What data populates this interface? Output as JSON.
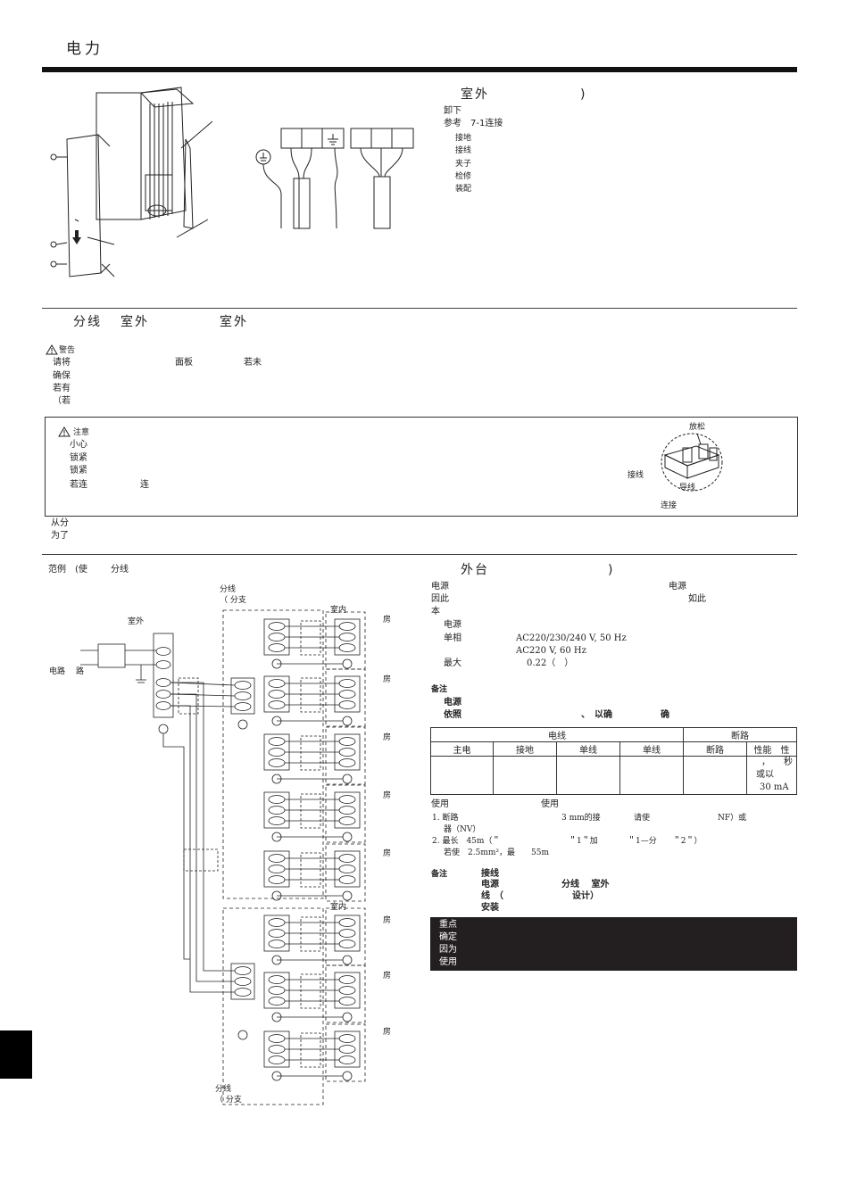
{
  "header": {
    "title": "电力"
  },
  "sec1": {
    "title": "室外",
    "title_paren": ")",
    "lines": [
      "卸下",
      "参考　7-1连接"
    ],
    "items": [
      "接地",
      "接线",
      "夹子",
      "检修",
      "装配"
    ]
  },
  "sec2": {
    "title_a": "分线",
    "title_b": "室外",
    "title_c": "室外"
  },
  "warning": {
    "label": "警告",
    "l1a": "请将",
    "l1b": "面板",
    "l1c": "若未",
    "l2": "确保",
    "l3": "若有",
    "l4": "（若"
  },
  "caution": {
    "label": "注意",
    "lines": [
      "小心",
      "锁紧",
      "锁紧"
    ],
    "l4a": "若连",
    "l4b": "连",
    "fig": {
      "loosen": "放松",
      "wire": "接线",
      "lead": "导线",
      "connect": "连接"
    }
  },
  "after": [
    "从分",
    "为了"
  ],
  "diagram": {
    "caption_a": "范例　(使",
    "caption_b": "分线",
    "branch_top_a": "分线",
    "branch_top_b": "（ 分支",
    "outdoor": "室外",
    "breaker_a": "电路",
    "breaker_b": "路",
    "indoor": "室内",
    "room": "房",
    "branch_bot_a": "分线",
    "branch_bot_b": "（ 分支"
  },
  "sec3": {
    "title": "外台",
    "title_paren": ")",
    "p1a": "电源",
    "p1b": "电源",
    "p2a": "因此",
    "p2b": "如此",
    "p3": "本",
    "spec": [
      {
        "label": "电源",
        "value": ""
      },
      {
        "label": "单相",
        "value": "AC220/230/240 V, 50 Hz"
      },
      {
        "label": "",
        "value": "AC220 V, 60 Hz"
      },
      {
        "label": "最大",
        "value": "0.22（　）"
      }
    ]
  },
  "note1": {
    "label": "备注",
    "l1": "电源",
    "l2a": "依照",
    "l2b": "、　以确",
    "l2c": "确"
  },
  "wire_table": {
    "group_wire": "电线",
    "group_breaker": "断路",
    "headers": [
      "主电",
      "接地",
      "单线",
      "单线",
      "断路",
      "性能　性"
    ],
    "perf_lines": [
      "，　　秒",
      "或以",
      "30 mA"
    ]
  },
  "usage": {
    "l1a": "使用",
    "l1b": "使用",
    "n1a": "1. 断路",
    "n1b": "3 mm的接",
    "n1c": "请使",
    "n1d": "NF）或",
    "n1e": "器（NV）",
    "n2a": "2. 最长　45m（＂",
    "n2b": "＂1＂加",
    "n2c": "＂1—分　　＂2＂）",
    "n2d": "若使　2.5mm²，最　　55m"
  },
  "note2": {
    "label": "备注",
    "l1": "接线",
    "l2a": "电源",
    "l2b": "分线　 室外",
    "l3a": "线　（",
    "l3b": "设计）",
    "l4": "安装"
  },
  "important": {
    "lines": [
      "重点",
      "确定",
      "因为",
      "使用"
    ]
  }
}
